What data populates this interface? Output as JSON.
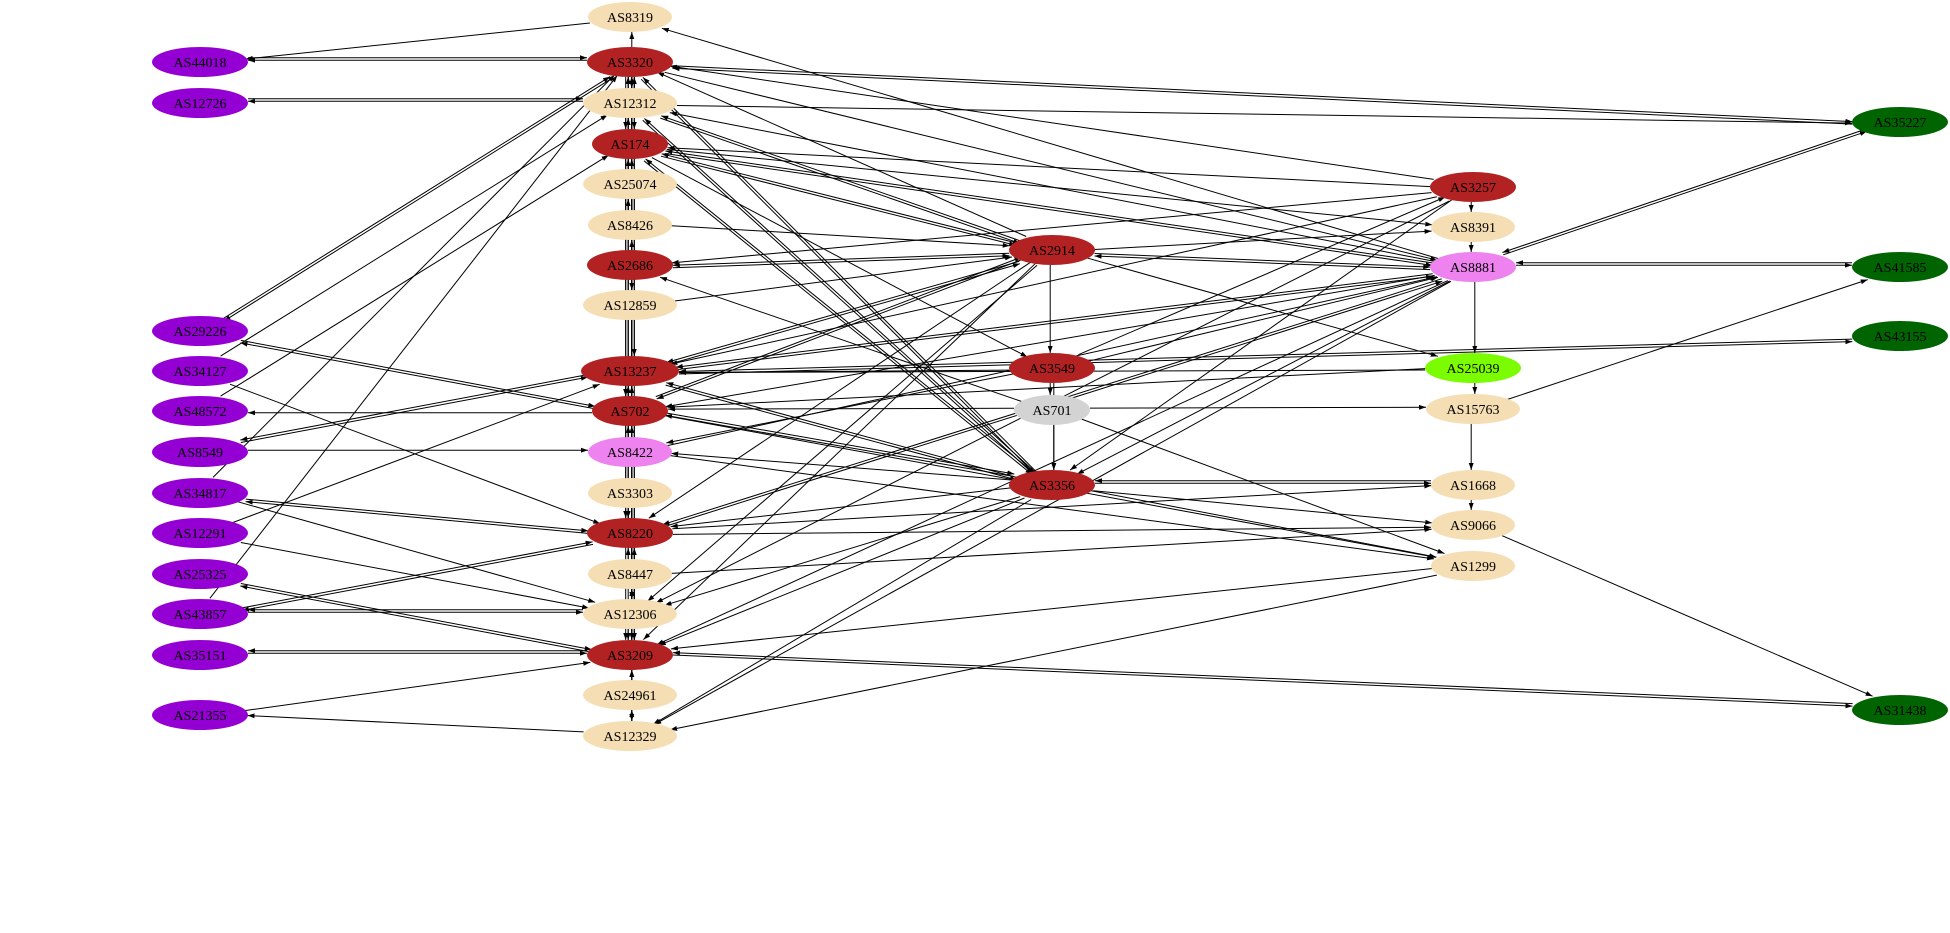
{
  "colors": {
    "purple": "#9400d3",
    "red": "#b22222",
    "tan": "#f5deb3",
    "pink": "#ee82ee",
    "gray": "#d3d3d3",
    "lime": "#7cfc00",
    "green": "#006400"
  },
  "nodes": [
    {
      "id": "AS8319",
      "label": "AS8319",
      "color": "tan"
    },
    {
      "id": "AS3320",
      "label": "AS3320",
      "color": "red"
    },
    {
      "id": "AS12312",
      "label": "AS12312",
      "color": "tan"
    },
    {
      "id": "AS174",
      "label": "AS174",
      "color": "red"
    },
    {
      "id": "AS25074",
      "label": "AS25074",
      "color": "tan"
    },
    {
      "id": "AS8426",
      "label": "AS8426",
      "color": "tan"
    },
    {
      "id": "AS2686",
      "label": "AS2686",
      "color": "red"
    },
    {
      "id": "AS12859",
      "label": "AS12859",
      "color": "tan"
    },
    {
      "id": "AS13237",
      "label": "AS13237",
      "color": "red"
    },
    {
      "id": "AS702",
      "label": "AS702",
      "color": "red"
    },
    {
      "id": "AS8422",
      "label": "AS8422",
      "color": "pink"
    },
    {
      "id": "AS3303",
      "label": "AS3303",
      "color": "tan"
    },
    {
      "id": "AS8220",
      "label": "AS8220",
      "color": "red"
    },
    {
      "id": "AS8447",
      "label": "AS8447",
      "color": "tan"
    },
    {
      "id": "AS12306",
      "label": "AS12306",
      "color": "tan"
    },
    {
      "id": "AS3209",
      "label": "AS3209",
      "color": "red"
    },
    {
      "id": "AS24961",
      "label": "AS24961",
      "color": "tan"
    },
    {
      "id": "AS12329",
      "label": "AS12329",
      "color": "tan"
    },
    {
      "id": "AS44018",
      "label": "AS44018",
      "color": "purple"
    },
    {
      "id": "AS12726",
      "label": "AS12726",
      "color": "purple"
    },
    {
      "id": "AS29226",
      "label": "AS29226",
      "color": "purple"
    },
    {
      "id": "AS34127",
      "label": "AS34127",
      "color": "purple"
    },
    {
      "id": "AS48572",
      "label": "AS48572",
      "color": "purple"
    },
    {
      "id": "AS8549",
      "label": "AS8549",
      "color": "purple"
    },
    {
      "id": "AS34817",
      "label": "AS34817",
      "color": "purple"
    },
    {
      "id": "AS12291",
      "label": "AS12291",
      "color": "purple"
    },
    {
      "id": "AS25325",
      "label": "AS25325",
      "color": "purple"
    },
    {
      "id": "AS43857",
      "label": "AS43857",
      "color": "purple"
    },
    {
      "id": "AS35151",
      "label": "AS35151",
      "color": "purple"
    },
    {
      "id": "AS21355",
      "label": "AS21355",
      "color": "purple"
    },
    {
      "id": "AS2914",
      "label": "AS2914",
      "color": "red"
    },
    {
      "id": "AS3549",
      "label": "AS3549",
      "color": "red"
    },
    {
      "id": "AS701",
      "label": "AS701",
      "color": "gray"
    },
    {
      "id": "AS3356",
      "label": "AS3356",
      "color": "red"
    },
    {
      "id": "AS3257",
      "label": "AS3257",
      "color": "red"
    },
    {
      "id": "AS8391",
      "label": "AS8391",
      "color": "tan"
    },
    {
      "id": "AS8881",
      "label": "AS8881",
      "color": "pink"
    },
    {
      "id": "AS25039",
      "label": "AS25039",
      "color": "lime"
    },
    {
      "id": "AS15763",
      "label": "AS15763",
      "color": "tan"
    },
    {
      "id": "AS1668",
      "label": "AS1668",
      "color": "tan"
    },
    {
      "id": "AS9066",
      "label": "AS9066",
      "color": "tan"
    },
    {
      "id": "AS1299",
      "label": "AS1299",
      "color": "tan"
    },
    {
      "id": "AS35227",
      "label": "AS35227",
      "color": "green"
    },
    {
      "id": "AS41585",
      "label": "AS41585",
      "color": "green"
    },
    {
      "id": "AS43155",
      "label": "AS43155",
      "color": "green"
    },
    {
      "id": "AS31438",
      "label": "AS31438",
      "color": "green"
    }
  ],
  "edges": [
    [
      "AS8319",
      "AS44018"
    ],
    [
      "AS3320",
      "AS44018"
    ],
    [
      "AS44018",
      "AS3320"
    ],
    [
      "AS3320",
      "AS8319"
    ],
    [
      "AS12312",
      "AS12726"
    ],
    [
      "AS12726",
      "AS12312"
    ],
    [
      "AS3320",
      "AS35227"
    ],
    [
      "AS35227",
      "AS3320"
    ],
    [
      "AS12312",
      "AS35227"
    ],
    [
      "AS8881",
      "AS35227"
    ],
    [
      "AS35227",
      "AS8881"
    ],
    [
      "AS3320",
      "AS12312"
    ],
    [
      "AS12312",
      "AS3320"
    ],
    [
      "AS174",
      "AS3320"
    ],
    [
      "AS3320",
      "AS174"
    ],
    [
      "AS25074",
      "AS3320"
    ],
    [
      "AS8426",
      "AS3320"
    ],
    [
      "AS2686",
      "AS3320"
    ],
    [
      "AS13237",
      "AS3320"
    ],
    [
      "AS702",
      "AS3320"
    ],
    [
      "AS3320",
      "AS702"
    ],
    [
      "AS8220",
      "AS3320"
    ],
    [
      "AS12306",
      "AS3320"
    ],
    [
      "AS3209",
      "AS3320"
    ],
    [
      "AS3320",
      "AS3209"
    ],
    [
      "AS174",
      "AS12312"
    ],
    [
      "AS12312",
      "AS174"
    ],
    [
      "AS13237",
      "AS174"
    ],
    [
      "AS174",
      "AS13237"
    ],
    [
      "AS3209",
      "AS174"
    ],
    [
      "AS174",
      "AS3209"
    ],
    [
      "AS702",
      "AS13237"
    ],
    [
      "AS13237",
      "AS702"
    ],
    [
      "AS8220",
      "AS13237"
    ],
    [
      "AS13237",
      "AS8220"
    ],
    [
      "AS12306",
      "AS13237"
    ],
    [
      "AS3209",
      "AS702"
    ],
    [
      "AS702",
      "AS3209"
    ],
    [
      "AS8220",
      "AS3209"
    ],
    [
      "AS3209",
      "AS8220"
    ],
    [
      "AS12306",
      "AS3209"
    ],
    [
      "AS24961",
      "AS3209"
    ],
    [
      "AS12329",
      "AS3209"
    ],
    [
      "AS12329",
      "AS24961"
    ],
    [
      "AS12306",
      "AS8447"
    ],
    [
      "AS8447",
      "AS8220"
    ],
    [
      "AS3303",
      "AS8220"
    ],
    [
      "AS8422",
      "AS702"
    ],
    [
      "AS2686",
      "AS8426"
    ],
    [
      "AS8426",
      "AS25074"
    ],
    [
      "AS2686",
      "AS12859"
    ],
    [
      "AS29226",
      "AS3320"
    ],
    [
      "AS3320",
      "AS29226"
    ],
    [
      "AS29226",
      "AS702"
    ],
    [
      "AS702",
      "AS29226"
    ],
    [
      "AS34127",
      "AS12312"
    ],
    [
      "AS34127",
      "AS8220"
    ],
    [
      "AS48572",
      "AS174"
    ],
    [
      "AS702",
      "AS48572"
    ],
    [
      "AS8549",
      "AS13237"
    ],
    [
      "AS13237",
      "AS8549"
    ],
    [
      "AS8549",
      "AS8422"
    ],
    [
      "AS34817",
      "AS8220"
    ],
    [
      "AS8220",
      "AS34817"
    ],
    [
      "AS34817",
      "AS12306"
    ],
    [
      "AS34817",
      "AS3320"
    ],
    [
      "AS12291",
      "AS12306"
    ],
    [
      "AS12291",
      "AS13237"
    ],
    [
      "AS25325",
      "AS3209"
    ],
    [
      "AS3209",
      "AS25325"
    ],
    [
      "AS43857",
      "AS12306"
    ],
    [
      "AS12306",
      "AS43857"
    ],
    [
      "AS43857",
      "AS8220"
    ],
    [
      "AS8220",
      "AS43857"
    ],
    [
      "AS43857",
      "AS3320"
    ],
    [
      "AS35151",
      "AS3209"
    ],
    [
      "AS3209",
      "AS35151"
    ],
    [
      "AS21355",
      "AS3209"
    ],
    [
      "AS12329",
      "AS21355"
    ],
    [
      "AS2914",
      "AS3320"
    ],
    [
      "AS2914",
      "AS12312"
    ],
    [
      "AS12312",
      "AS2914"
    ],
    [
      "AS2914",
      "AS174"
    ],
    [
      "AS174",
      "AS2914"
    ],
    [
      "AS2914",
      "AS2686"
    ],
    [
      "AS2686",
      "AS2914"
    ],
    [
      "AS2914",
      "AS13237"
    ],
    [
      "AS13237",
      "AS2914"
    ],
    [
      "AS2914",
      "AS702"
    ],
    [
      "AS702",
      "AS2914"
    ],
    [
      "AS2914",
      "AS8220"
    ],
    [
      "AS2914",
      "AS12306"
    ],
    [
      "AS2914",
      "AS3209"
    ],
    [
      "AS2914",
      "AS8881"
    ],
    [
      "AS8881",
      "AS2914"
    ],
    [
      "AS2914",
      "AS3549"
    ],
    [
      "AS12859",
      "AS2914"
    ],
    [
      "AS8426",
      "AS2914"
    ],
    [
      "AS3356",
      "AS3320"
    ],
    [
      "AS3356",
      "AS12312"
    ],
    [
      "AS3356",
      "AS174"
    ],
    [
      "AS174",
      "AS3356"
    ],
    [
      "AS3356",
      "AS702"
    ],
    [
      "AS702",
      "AS3356"
    ],
    [
      "AS3356",
      "AS13237"
    ],
    [
      "AS13237",
      "AS3356"
    ],
    [
      "AS3356",
      "AS8422"
    ],
    [
      "AS3356",
      "AS8220"
    ],
    [
      "AS3356",
      "AS3209"
    ],
    [
      "AS3356",
      "AS12306"
    ],
    [
      "AS3356",
      "AS12329"
    ],
    [
      "AS3356",
      "AS1668"
    ],
    [
      "AS1668",
      "AS3356"
    ],
    [
      "AS3356",
      "AS9066"
    ],
    [
      "AS3356",
      "AS1299"
    ],
    [
      "AS701",
      "AS3356"
    ],
    [
      "AS3549",
      "AS701"
    ],
    [
      "AS3549",
      "AS13237"
    ],
    [
      "AS3549",
      "AS8422"
    ],
    [
      "AS3549",
      "AS3257"
    ],
    [
      "AS3549",
      "AS8881"
    ],
    [
      "AS3549",
      "AS3356"
    ],
    [
      "AS174",
      "AS3549"
    ],
    [
      "AS701",
      "AS702"
    ],
    [
      "AS701",
      "AS15763"
    ],
    [
      "AS701",
      "AS2686"
    ],
    [
      "AS701",
      "AS1299"
    ],
    [
      "AS3257",
      "AS3320"
    ],
    [
      "AS3257",
      "AS174"
    ],
    [
      "AS3257",
      "AS2686"
    ],
    [
      "AS3257",
      "AS13237"
    ],
    [
      "AS3257",
      "AS8391"
    ],
    [
      "AS3257",
      "AS3356"
    ],
    [
      "AS3257",
      "AS12306"
    ],
    [
      "AS8391",
      "AS8881"
    ],
    [
      "AS8881",
      "AS8319"
    ],
    [
      "AS8881",
      "AS12312"
    ],
    [
      "AS8881",
      "AS174"
    ],
    [
      "AS8881",
      "AS13237"
    ],
    [
      "AS8881",
      "AS702"
    ],
    [
      "AS8881",
      "AS3209"
    ],
    [
      "AS8881",
      "AS8220"
    ],
    [
      "AS8881",
      "AS12329"
    ],
    [
      "AS8881",
      "AS3356"
    ],
    [
      "AS8881",
      "AS41585"
    ],
    [
      "AS41585",
      "AS8881"
    ],
    [
      "AS8881",
      "AS25039"
    ],
    [
      "AS174",
      "AS8881"
    ],
    [
      "AS13237",
      "AS8881"
    ],
    [
      "AS3320",
      "AS8881"
    ],
    [
      "AS8422",
      "AS8881"
    ],
    [
      "AS8220",
      "AS8881"
    ],
    [
      "AS2914",
      "AS8391"
    ],
    [
      "AS174",
      "AS8391"
    ],
    [
      "AS2914",
      "AS25039"
    ],
    [
      "AS25039",
      "AS15763"
    ],
    [
      "AS25039",
      "AS13237"
    ],
    [
      "AS25039",
      "AS702"
    ],
    [
      "AS43155",
      "AS13237"
    ],
    [
      "AS13237",
      "AS43155"
    ],
    [
      "AS15763",
      "AS41585"
    ],
    [
      "AS15763",
      "AS1668"
    ],
    [
      "AS1668",
      "AS9066"
    ],
    [
      "AS8220",
      "AS1668"
    ],
    [
      "AS9066",
      "AS31438"
    ],
    [
      "AS8220",
      "AS9066"
    ],
    [
      "AS8447",
      "AS9066"
    ],
    [
      "AS3209",
      "AS31438"
    ],
    [
      "AS31438",
      "AS3209"
    ],
    [
      "AS1299",
      "AS3209"
    ],
    [
      "AS1299",
      "AS12329"
    ],
    [
      "AS702",
      "AS1299"
    ],
    [
      "AS8422",
      "AS1299"
    ],
    [
      "AS3320",
      "AS3356"
    ],
    [
      "AS12312",
      "AS3356"
    ],
    [
      "AS174",
      "AS12306"
    ],
    [
      "AS174",
      "AS12329"
    ]
  ]
}
